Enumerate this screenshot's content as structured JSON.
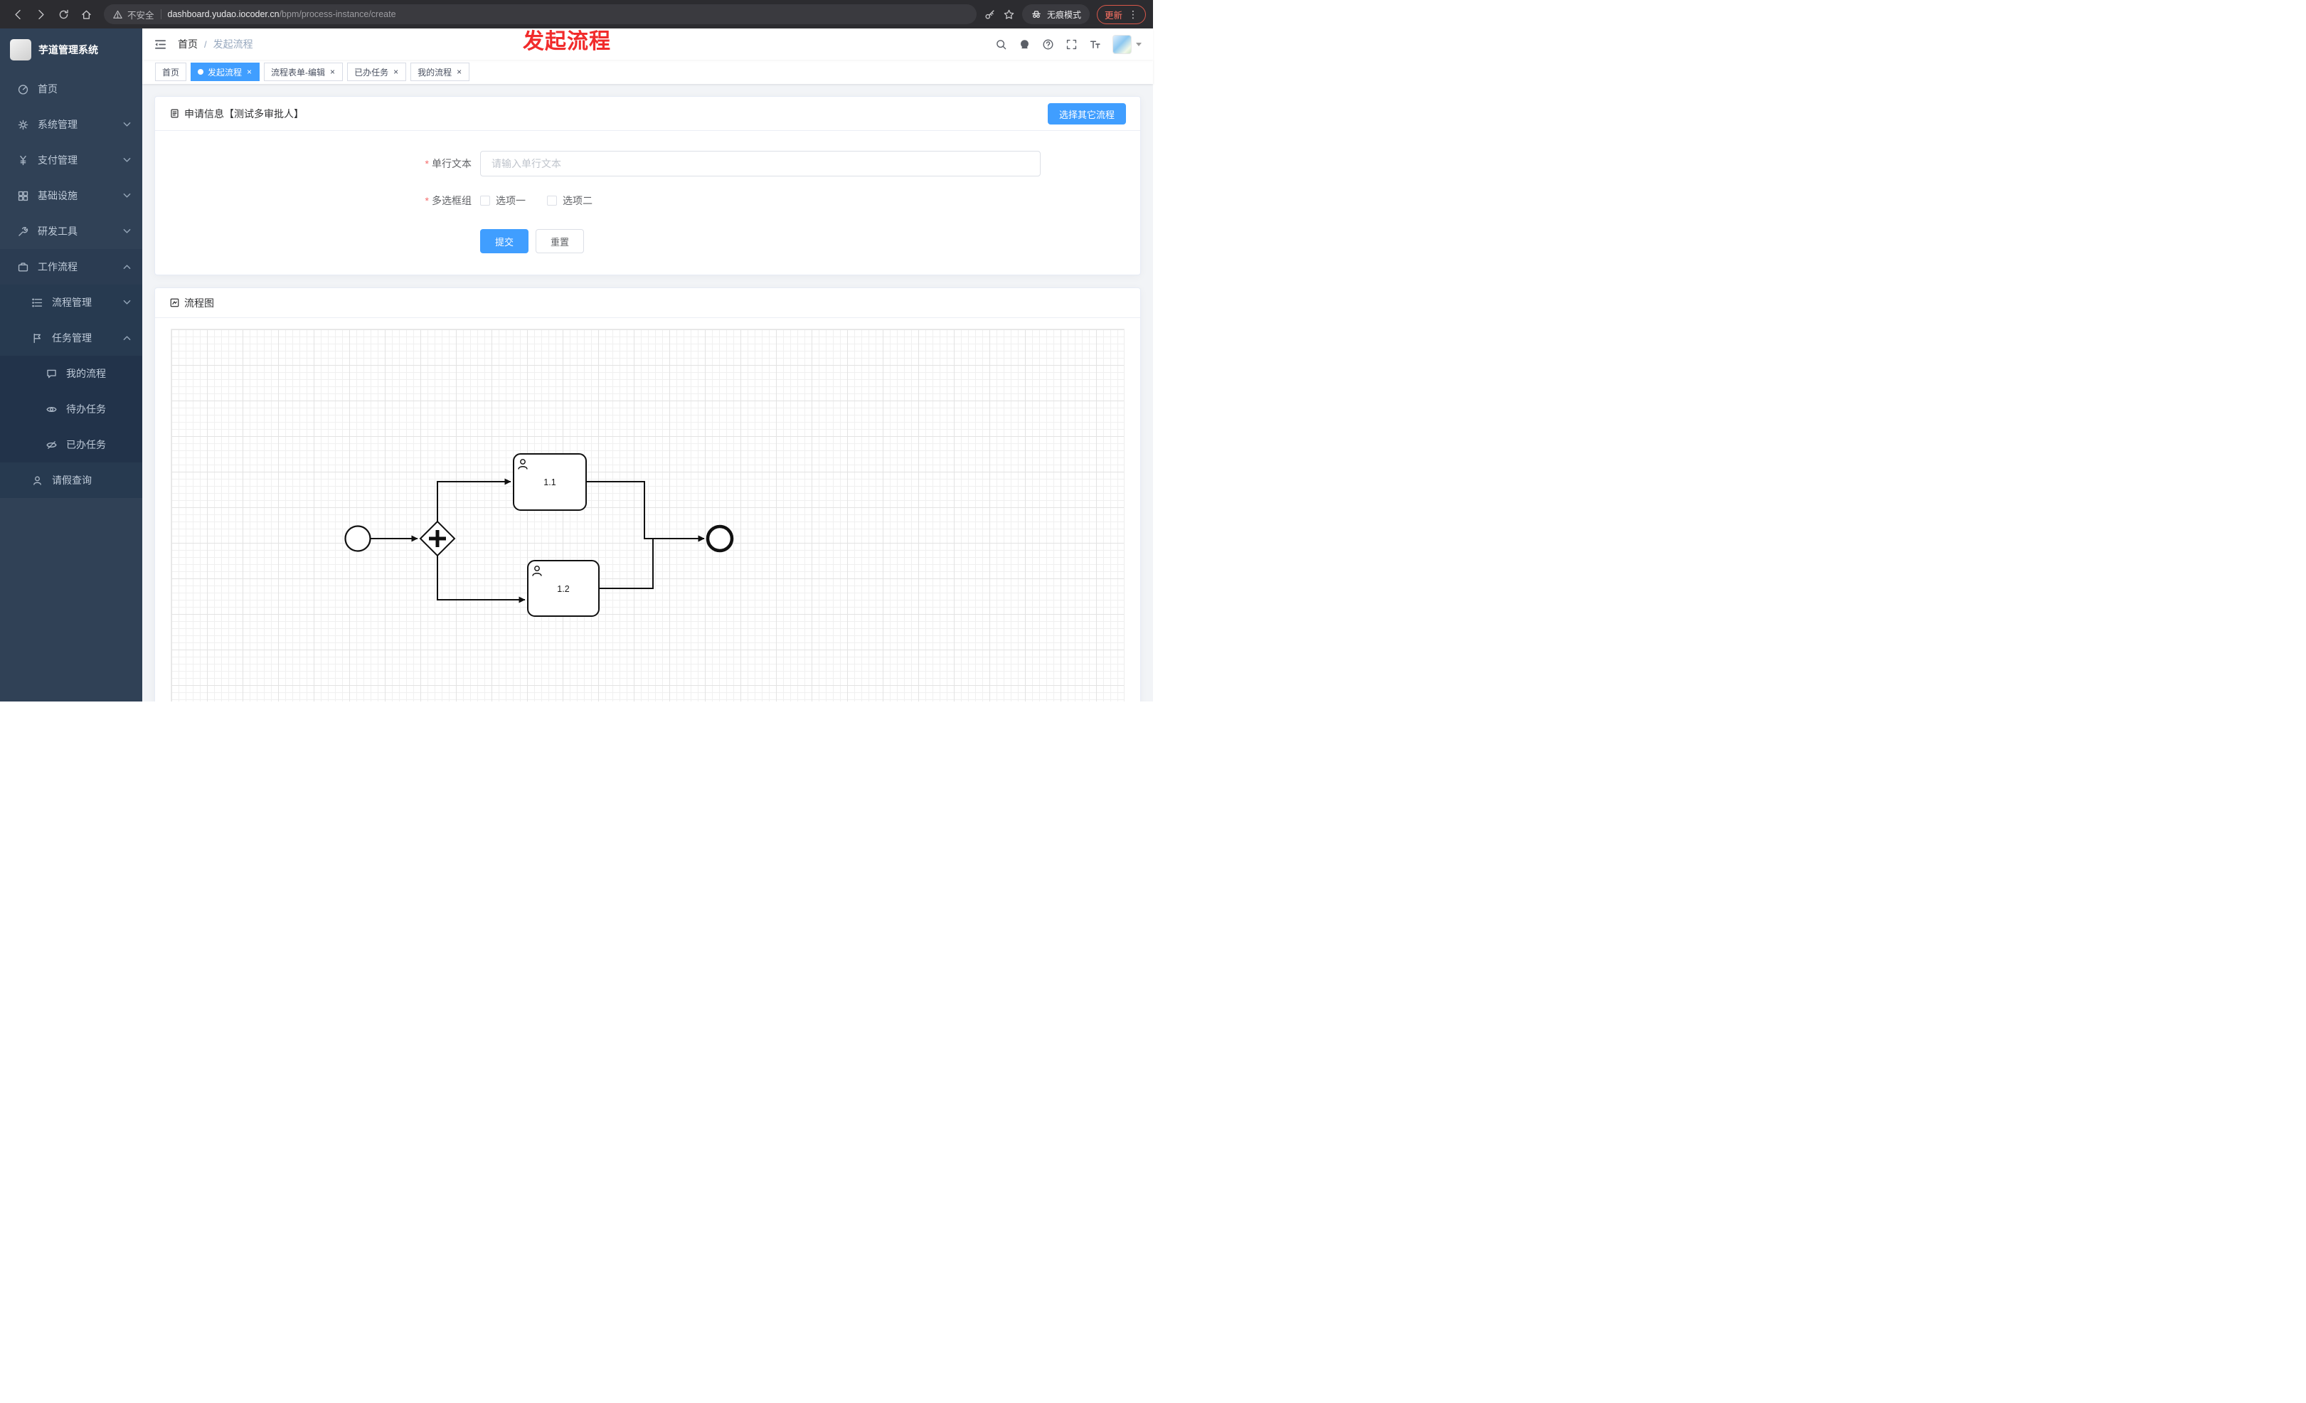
{
  "browser": {
    "security_label": "不安全",
    "url_domain": "dashboard.yudao.iocoder.cn",
    "url_path": "/bpm/process-instance/create",
    "incognito_label": "无痕模式",
    "update_label": "更新"
  },
  "annotation": "发起流程",
  "sidebar": {
    "title": "芋道管理系统",
    "items": [
      {
        "label": "首页"
      },
      {
        "label": "系统管理"
      },
      {
        "label": "支付管理"
      },
      {
        "label": "基础设施"
      },
      {
        "label": "研发工具"
      },
      {
        "label": "工作流程"
      },
      {
        "label": "流程管理"
      },
      {
        "label": "任务管理"
      },
      {
        "label": "我的流程"
      },
      {
        "label": "待办任务"
      },
      {
        "label": "已办任务"
      },
      {
        "label": "请假查询"
      }
    ]
  },
  "navbar": {
    "breadcrumb_home": "首页",
    "breadcrumb_current": "发起流程"
  },
  "tabs": [
    {
      "label": "首页"
    },
    {
      "label": "发起流程"
    },
    {
      "label": "流程表单-编辑"
    },
    {
      "label": "已办任务"
    },
    {
      "label": "我的流程"
    }
  ],
  "form_card": {
    "title": "申请信息【测试多审批人】",
    "choose_other_button": "选择其它流程",
    "field_text": {
      "label": "单行文本",
      "placeholder": "请输入单行文本",
      "value": ""
    },
    "field_checkbox": {
      "label": "多选框组",
      "options": [
        {
          "label": "选项一"
        },
        {
          "label": "选项二"
        }
      ]
    },
    "submit_label": "提交",
    "reset_label": "重置"
  },
  "diagram_card": {
    "title": "流程图",
    "nodes": [
      {
        "label": "1.1"
      },
      {
        "label": "1.2"
      }
    ]
  },
  "ui": {
    "close_glyph": "×",
    "menu_dots": "⋮"
  },
  "colors": {
    "primary": "#409eff",
    "sidebar_bg": "#304156",
    "annotation_red": "#f12b2b",
    "active_tab": "#409eff"
  }
}
